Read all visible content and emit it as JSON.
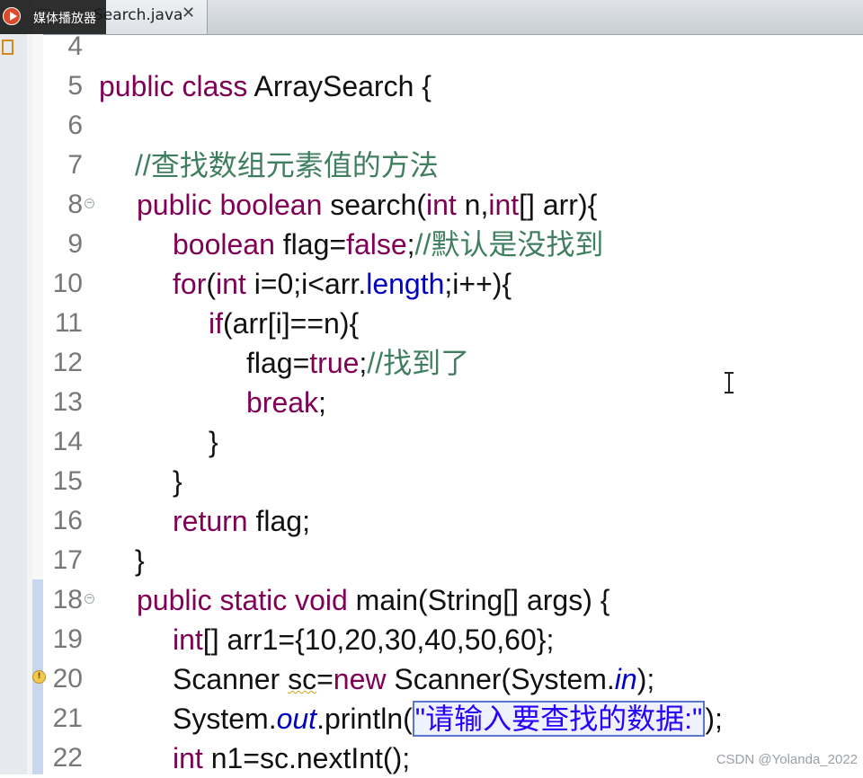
{
  "tab": {
    "label": "Search.java",
    "close_icon": "x-icon"
  },
  "player": {
    "label": "媒体播放器",
    "icon": "play-icon"
  },
  "lines": [
    {
      "n": "4"
    },
    {
      "n": "5",
      "t": [
        "public",
        " ",
        "class",
        " ArraySearch {"
      ]
    },
    {
      "n": "6"
    },
    {
      "n": "7",
      "t": [
        "//查找数组元素值的方法"
      ]
    },
    {
      "n": "8",
      "t": [
        "public",
        " ",
        "boolean",
        " search(",
        "int",
        " n,",
        "int",
        "[] arr){"
      ]
    },
    {
      "n": "9",
      "t": [
        "boolean",
        " flag=",
        "false",
        ";",
        "//默认是没找到"
      ]
    },
    {
      "n": "10",
      "t": [
        "for",
        "(",
        "int",
        " i=0;i<arr.",
        "length",
        ";i++){"
      ]
    },
    {
      "n": "11",
      "t": [
        "if",
        "(arr[i]==n){"
      ]
    },
    {
      "n": "12",
      "t": [
        "flag=",
        "true",
        ";",
        "//找到了"
      ]
    },
    {
      "n": "13",
      "t": [
        "break",
        ";"
      ]
    },
    {
      "n": "14",
      "t": [
        "}"
      ]
    },
    {
      "n": "15",
      "t": [
        "}"
      ]
    },
    {
      "n": "16",
      "t": [
        "return",
        " flag;"
      ]
    },
    {
      "n": "17",
      "t": [
        "}"
      ]
    },
    {
      "n": "18",
      "t": [
        "public",
        " ",
        "static",
        " ",
        "void",
        " main(String[] args) {"
      ]
    },
    {
      "n": "19",
      "t": [
        "int",
        "[] arr1={10,20,30,40,50,60};"
      ]
    },
    {
      "n": "20",
      "t": [
        "Scanner ",
        "sc",
        "=",
        "new",
        " Scanner(System.",
        "in",
        ");"
      ]
    },
    {
      "n": "21",
      "t": [
        "System.",
        "out",
        ".println(",
        "\"请输入要查找的数据:\"",
        ");"
      ]
    },
    {
      "n": "22",
      "t": [
        "int",
        " n1=sc.nextInt();"
      ]
    }
  ],
  "watermark": "CSDN @Yolanda_2022"
}
